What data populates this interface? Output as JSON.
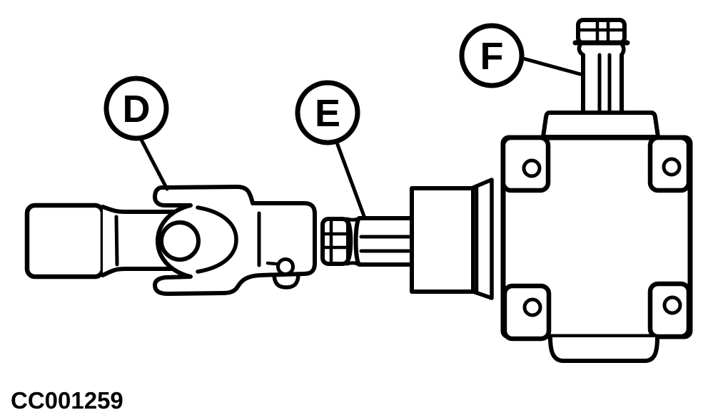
{
  "figure": {
    "type": "technical-line-diagram",
    "background_color": "#ffffff",
    "line_color": "#000000",
    "caption": "CC001259",
    "callouts": [
      {
        "label": "D",
        "target": "universal-joint-yoke"
      },
      {
        "label": "E",
        "target": "splined-shaft"
      },
      {
        "label": "F",
        "target": "gearbox-input-shaft"
      }
    ]
  }
}
